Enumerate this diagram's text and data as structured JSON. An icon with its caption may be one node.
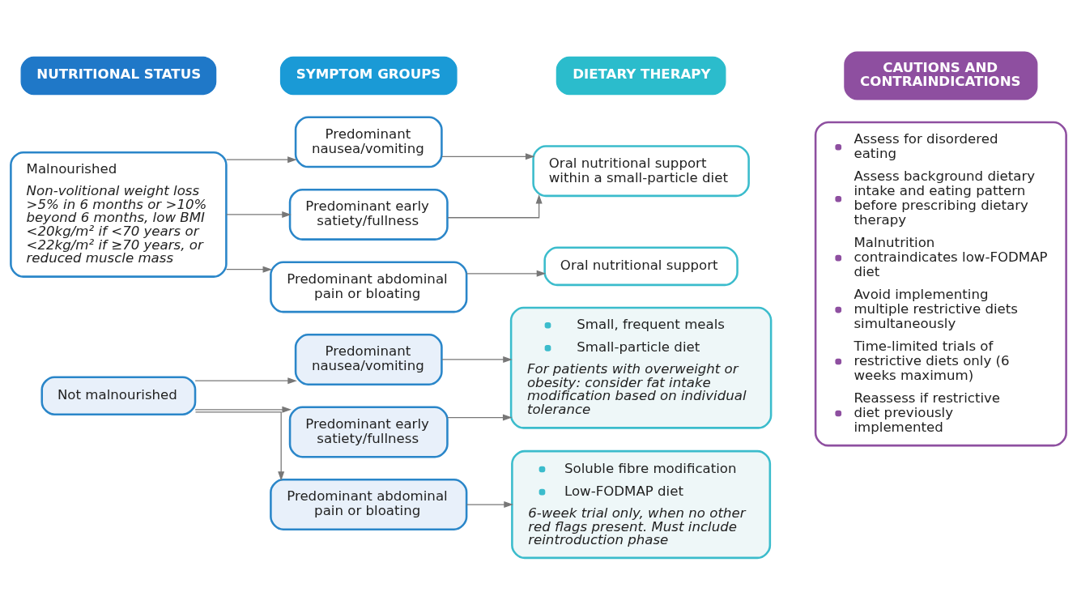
{
  "diagram": {
    "nodes": [
      {
        "text": [
          "NUTRITIONAL STATUS"
        ]
      },
      {
        "text": [
          "SYMPTOM GROUPS"
        ]
      },
      {
        "text": [
          "DIETARY THERAPY"
        ]
      },
      {
        "text": [
          "CAUTIONS AND CONTRAINDICATIONS"
        ]
      },
      {
        "text": [
          "Malnourished",
          "Non-volitional weight loss >5% in 6 months or >10% beyond 6 months, low BMI <20kg/m² if <70 years or <22kg/m² if ≥70 years, or reduced muscle mass"
        ]
      },
      {
        "text": [
          "Predominant nausea/vomiting"
        ]
      },
      {
        "text": [
          "Predominant early satiety/fullness"
        ]
      },
      {
        "text": [
          "Predominant abdominal pain or bloating"
        ]
      },
      {
        "text": [
          "Oral nutritional support within a small-particle diet"
        ]
      },
      {
        "text": [
          "Oral nutritional support"
        ]
      },
      {
        "text": [
          "Assess for disordered eating",
          "Assess background dietary intake and eating pattern before prescribing dietary therapy",
          "Malnutrition contraindicates low-FODMAP diet",
          "Avoid implementing multiple restrictive diets simultaneously",
          "Time-limited trials of restrictive diets only (6 weeks maximum)",
          "Reassess if restrictive diet previously implemented"
        ]
      },
      {
        "text": [
          "Not malnourished"
        ]
      },
      {
        "text": [
          "Predominant nausea/vomiting"
        ]
      },
      {
        "text": [
          "Predominant early satiety/fullness"
        ]
      },
      {
        "text": [
          "Predominant abdominal pain or bloating"
        ]
      },
      {
        "text": [
          "Small, frequent meals",
          "Small-particle diet",
          "For patients with overweight or obesity: consider fat intake modification based on individual tolerance"
        ]
      },
      {
        "text": [
          "Soluble fibre modification",
          "Low-FODMAP diet",
          "6-week trial only, when no other red flags present. Must include reintroduction phase"
        ]
      }
    ],
    "edges": [
      {
        "from": 4,
        "to": 5,
        "arrow": "to"
      },
      {
        "from": 4,
        "to": 6,
        "arrow": "to"
      },
      {
        "from": 4,
        "to": 7,
        "arrow": "to"
      },
      {
        "from": 5,
        "to": 8,
        "arrow": "to"
      },
      {
        "from": 6,
        "to": 8,
        "arrow": "to"
      },
      {
        "from": 7,
        "to": 9,
        "arrow": "to"
      },
      {
        "from": 11,
        "to": 12,
        "arrow": "to"
      },
      {
        "from": 11,
        "to": 13,
        "arrow": "to"
      },
      {
        "from": 11,
        "to": 14,
        "arrow": "to"
      },
      {
        "from": 12,
        "to": 15,
        "arrow": "to"
      },
      {
        "from": 13,
        "to": 15,
        "arrow": "to"
      },
      {
        "from": 14,
        "to": 16,
        "arrow": "to"
      }
    ]
  }
}
